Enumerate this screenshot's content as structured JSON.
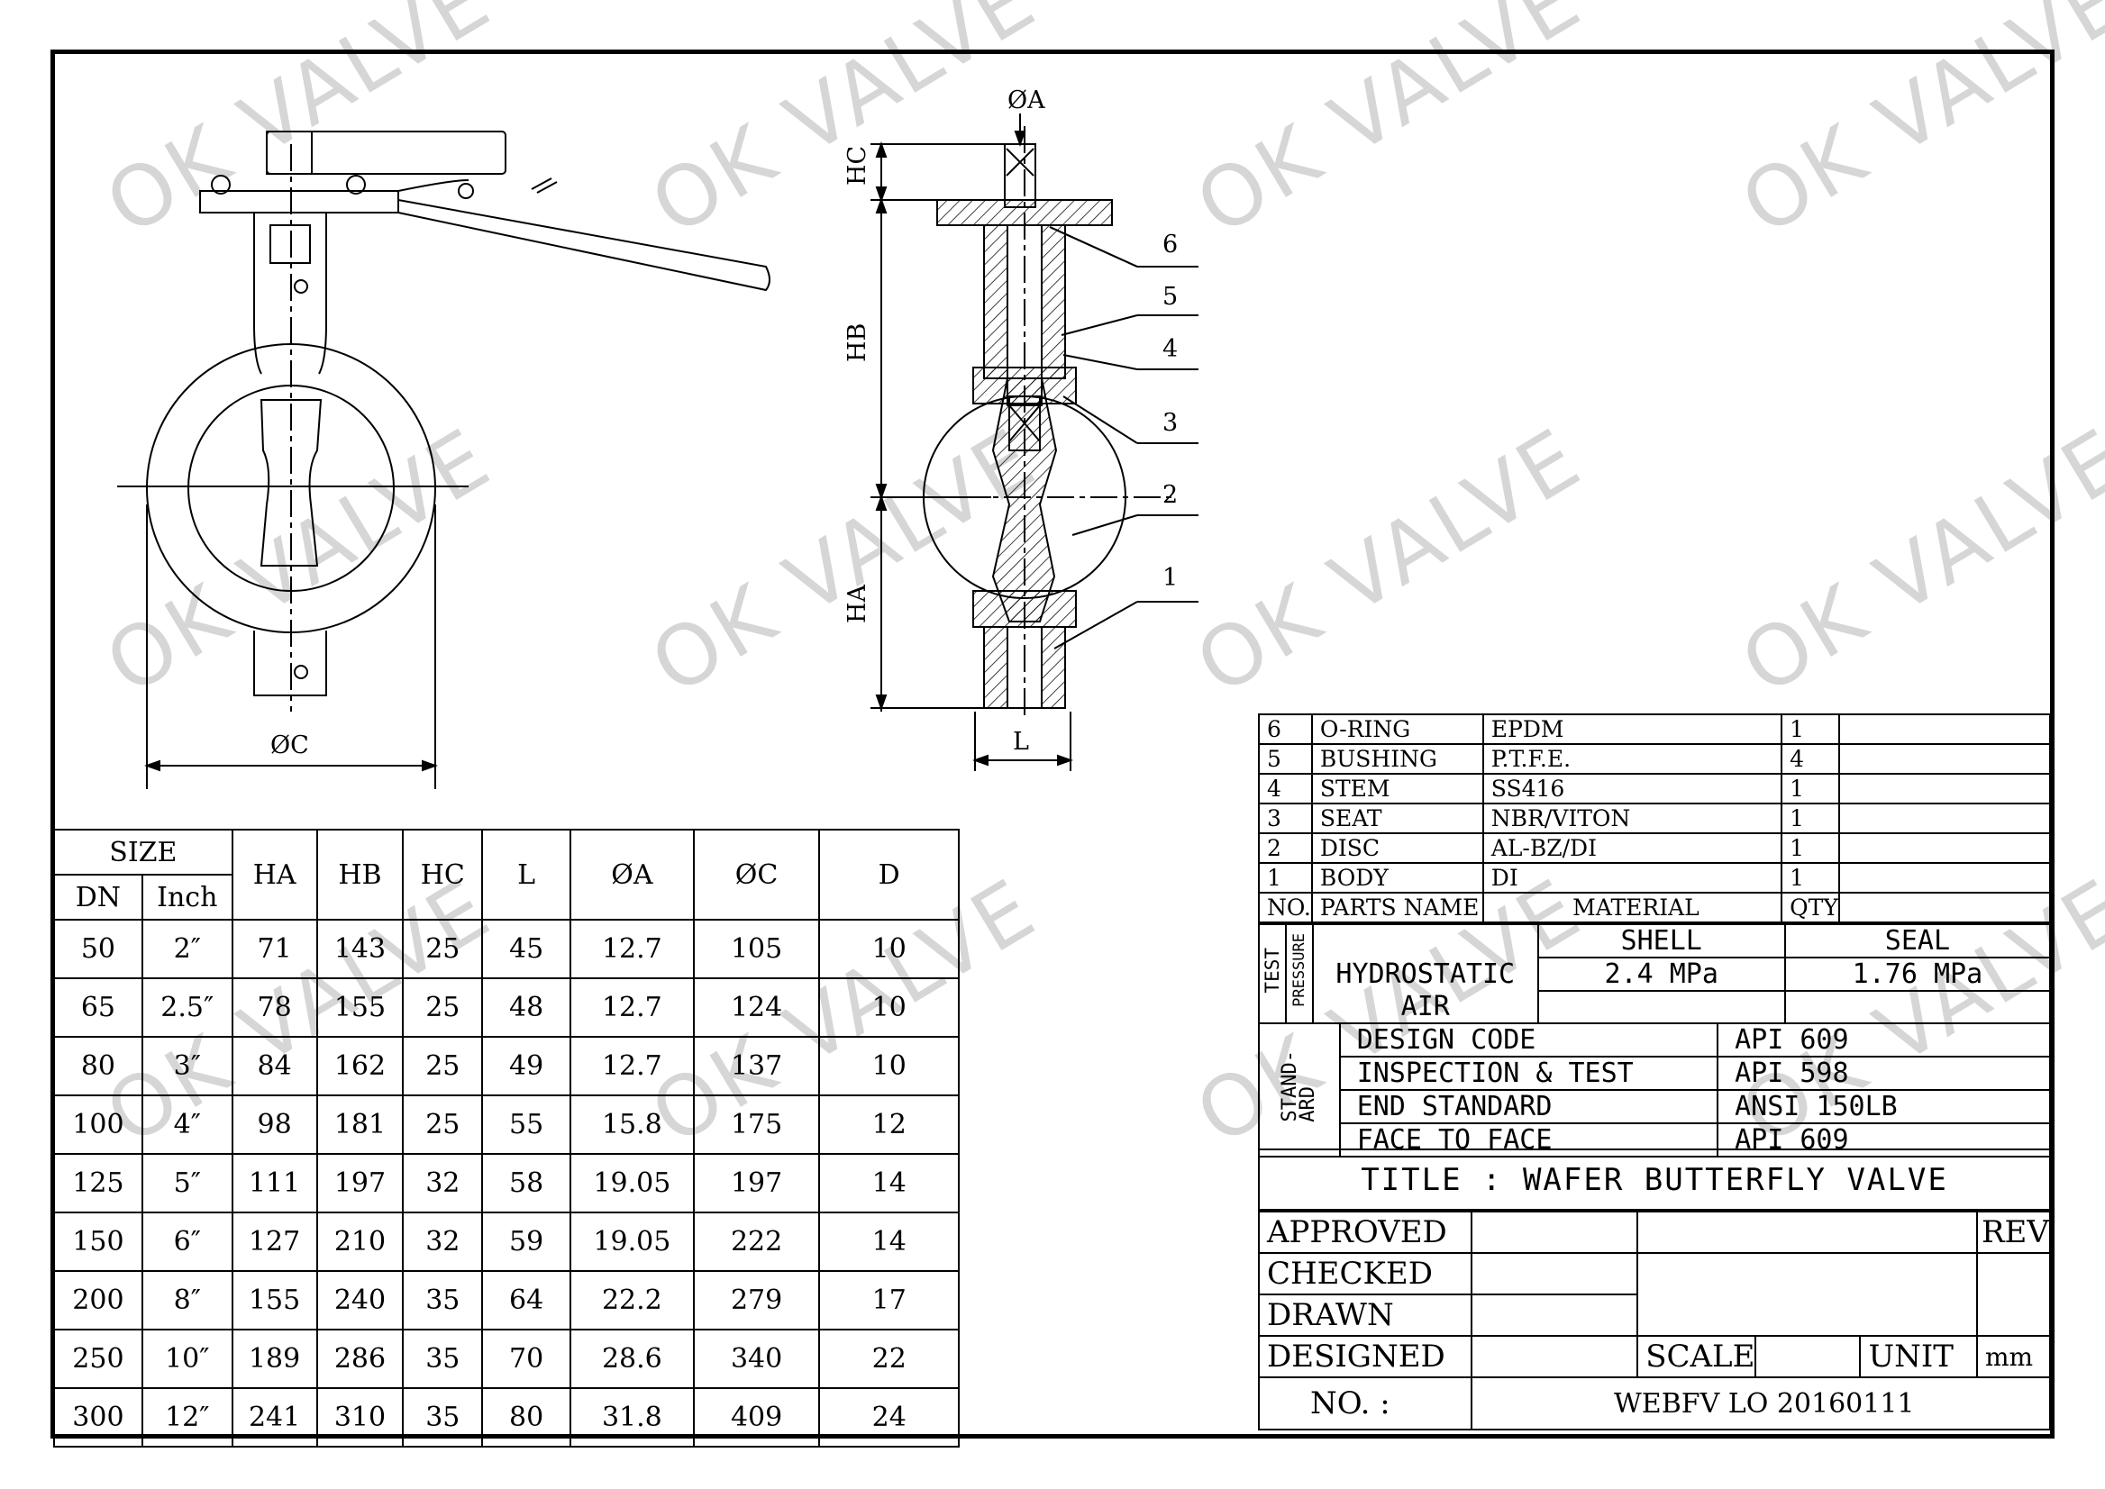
{
  "watermark": "OK VALVE",
  "drawing_labels": {
    "phi_a": "ØA",
    "phi_c": "ØC",
    "hc": "HC",
    "hb": "HB",
    "ha": "HA",
    "l": "L",
    "callouts": [
      "6",
      "5",
      "4",
      "3",
      "2",
      "1"
    ]
  },
  "size_table": {
    "group_header": "SIZE",
    "sub_headers": [
      "DN",
      "Inch"
    ],
    "headers": [
      "HA",
      "HB",
      "HC",
      "L",
      "ØA",
      "ØC",
      "D"
    ],
    "rows": [
      [
        "50",
        "2″",
        "71",
        "143",
        "25",
        "45",
        "12.7",
        "105",
        "10"
      ],
      [
        "65",
        "2.5″",
        "78",
        "155",
        "25",
        "48",
        "12.7",
        "124",
        "10"
      ],
      [
        "80",
        "3″",
        "84",
        "162",
        "25",
        "49",
        "12.7",
        "137",
        "10"
      ],
      [
        "100",
        "4″",
        "98",
        "181",
        "25",
        "55",
        "15.8",
        "175",
        "12"
      ],
      [
        "125",
        "5″",
        "111",
        "197",
        "32",
        "58",
        "19.05",
        "197",
        "14"
      ],
      [
        "150",
        "6″",
        "127",
        "210",
        "32",
        "59",
        "19.05",
        "222",
        "14"
      ],
      [
        "200",
        "8″",
        "155",
        "240",
        "35",
        "64",
        "22.2",
        "279",
        "17"
      ],
      [
        "250",
        "10″",
        "189",
        "286",
        "35",
        "70",
        "28.6",
        "340",
        "22"
      ],
      [
        "300",
        "12″",
        "241",
        "310",
        "35",
        "80",
        "31.8",
        "409",
        "24"
      ]
    ]
  },
  "parts": {
    "rows": [
      {
        "no": "6",
        "name": "O-RING",
        "material": "EPDM",
        "qty": "1"
      },
      {
        "no": "5",
        "name": "BUSHING",
        "material": "P.T.F.E.",
        "qty": "4"
      },
      {
        "no": "4",
        "name": "STEM",
        "material": "SS416",
        "qty": "1"
      },
      {
        "no": "3",
        "name": "SEAT",
        "material": "NBR/VITON",
        "qty": "1"
      },
      {
        "no": "2",
        "name": "DISC",
        "material": "AL-BZ/DI",
        "qty": "1"
      },
      {
        "no": "1",
        "name": "BODY",
        "material": "DI",
        "qty": "1"
      }
    ],
    "header": {
      "no": "NO.",
      "name": "PARTS NAME",
      "material": "MATERIAL",
      "qty": "QTY"
    }
  },
  "test_pressure": {
    "label_1": "TEST",
    "label_2": "PRESSURE",
    "shell": "SHELL",
    "seal": "SEAL",
    "hydro": "HYDROSTATIC",
    "air": "AIR",
    "shell_value": "2.4 MPa",
    "seal_value": "1.76 MPa"
  },
  "standards": {
    "label_1": "STAND-",
    "label_2": "ARD",
    "rows": [
      {
        "item": "DESIGN CODE",
        "value": "API 609"
      },
      {
        "item": "INSPECTION & TEST",
        "value": "API 598"
      },
      {
        "item": "END STANDARD",
        "value": "ANSI 150LB"
      },
      {
        "item": "FACE TO FACE",
        "value": "API 609"
      }
    ]
  },
  "title": "TITLE : WAFER BUTTERFLY VALVE",
  "signoff": {
    "approved": "APPROVED",
    "checked": "CHECKED",
    "drawn": "DRAWN",
    "designed": "DESIGNED",
    "rev": "REV",
    "scale": "SCALE",
    "unit": "UNIT",
    "unit_value": "mm",
    "no_label": "NO. :",
    "drawing_no": "WEBFV LO 20160111"
  }
}
